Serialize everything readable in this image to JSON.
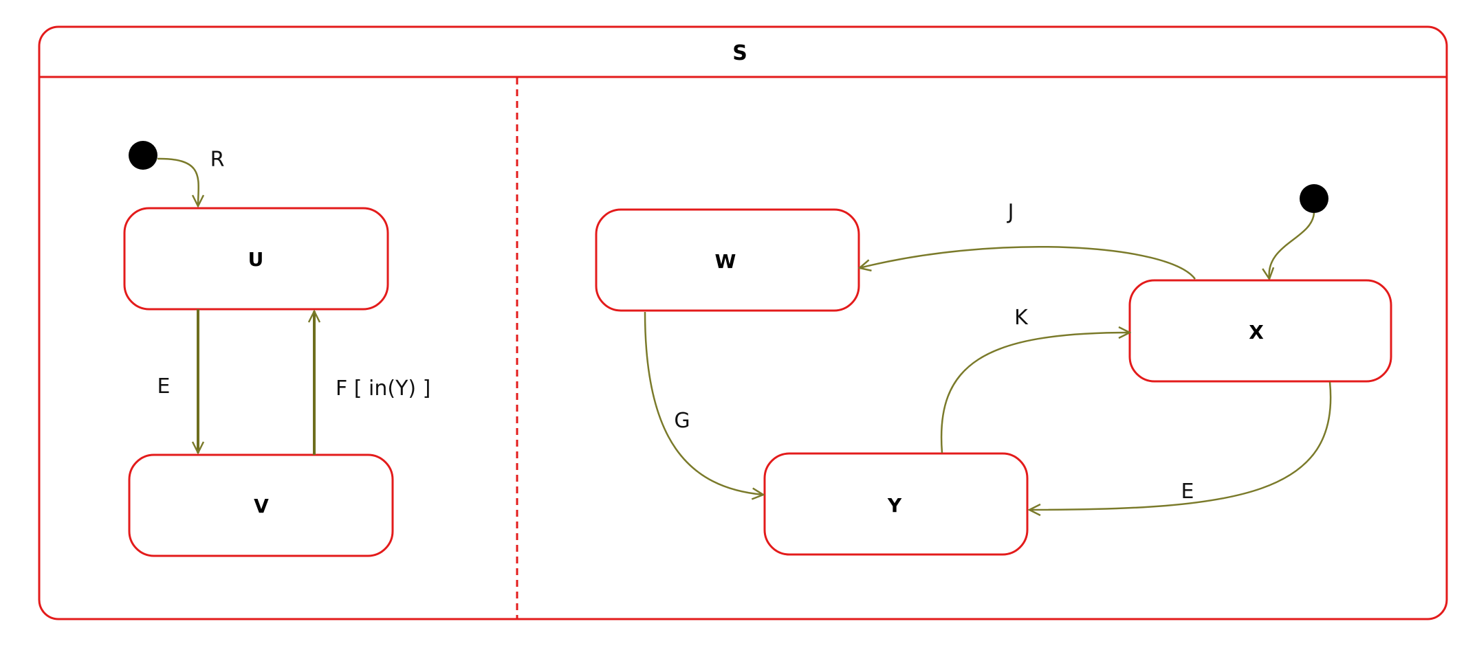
{
  "diagram": {
    "superstate": {
      "name": "S"
    },
    "colors": {
      "state_border": "#e31b1b",
      "transition": "#7a7a2a",
      "initial_dot": "#000000",
      "text": "#000000"
    },
    "left_region": {
      "states": {
        "u": "U",
        "v": "V"
      },
      "transitions": {
        "init_label": "R",
        "u_to_v_label": "E",
        "v_to_u_label": "F [ in(Y) ]"
      }
    },
    "right_region": {
      "states": {
        "w": "W",
        "x": "X",
        "y": "Y"
      },
      "transitions": {
        "x_to_w_label": "J",
        "y_to_x_label": "K",
        "w_to_y_label": "G",
        "x_to_y_label": "E"
      }
    }
  }
}
